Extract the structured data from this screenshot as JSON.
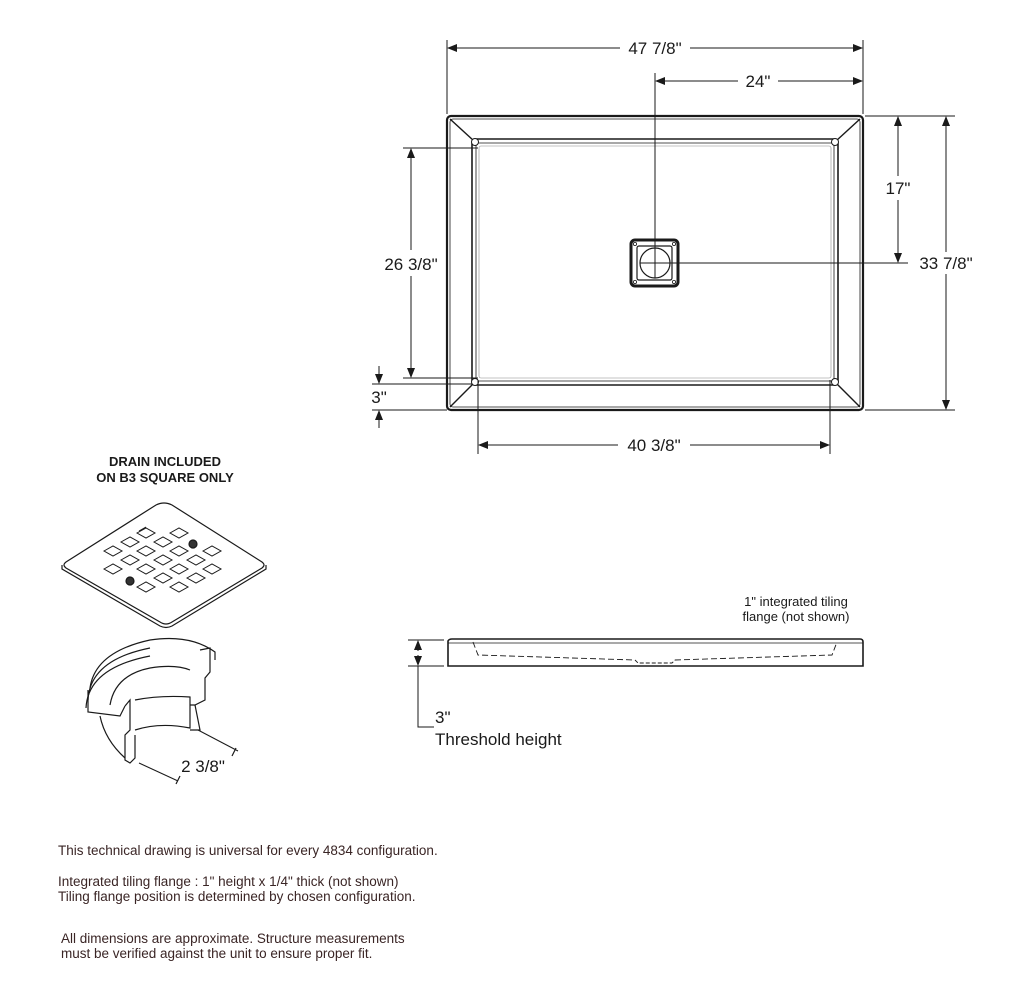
{
  "plan_view": {
    "overall_width": "47 7/8\"",
    "drain_offset_x": "24\"",
    "drain_offset_y": "17\"",
    "overall_depth": "33 7/8\"",
    "interior_depth": "26 3/8\"",
    "front_threshold": "3\"",
    "interior_width": "40 3/8\""
  },
  "drain_detail": {
    "header_line1": "DRAIN INCLUDED",
    "header_line2": "ON B3 SQUARE ONLY",
    "body_dimension": "2 3/8\""
  },
  "side_view": {
    "flange_note_line1": "1\" integrated tiling",
    "flange_note_line2": "flange (not shown)",
    "threshold_value": "3\"",
    "threshold_label": "Threshold height"
  },
  "notes": {
    "line1": "This technical drawing is universal for every 4834 configuration.",
    "line2": "Integrated tiling flange : 1\" height x 1/4\" thick (not shown)",
    "line3": "Tiling flange position is determined by chosen configuration.",
    "line4": "All dimensions are approximate. Structure measurements",
    "line5": "must be verified against the unit to ensure proper fit."
  },
  "colors": {
    "line": "#1a1a1a",
    "note_text": "#3a2525",
    "background": "#ffffff"
  }
}
